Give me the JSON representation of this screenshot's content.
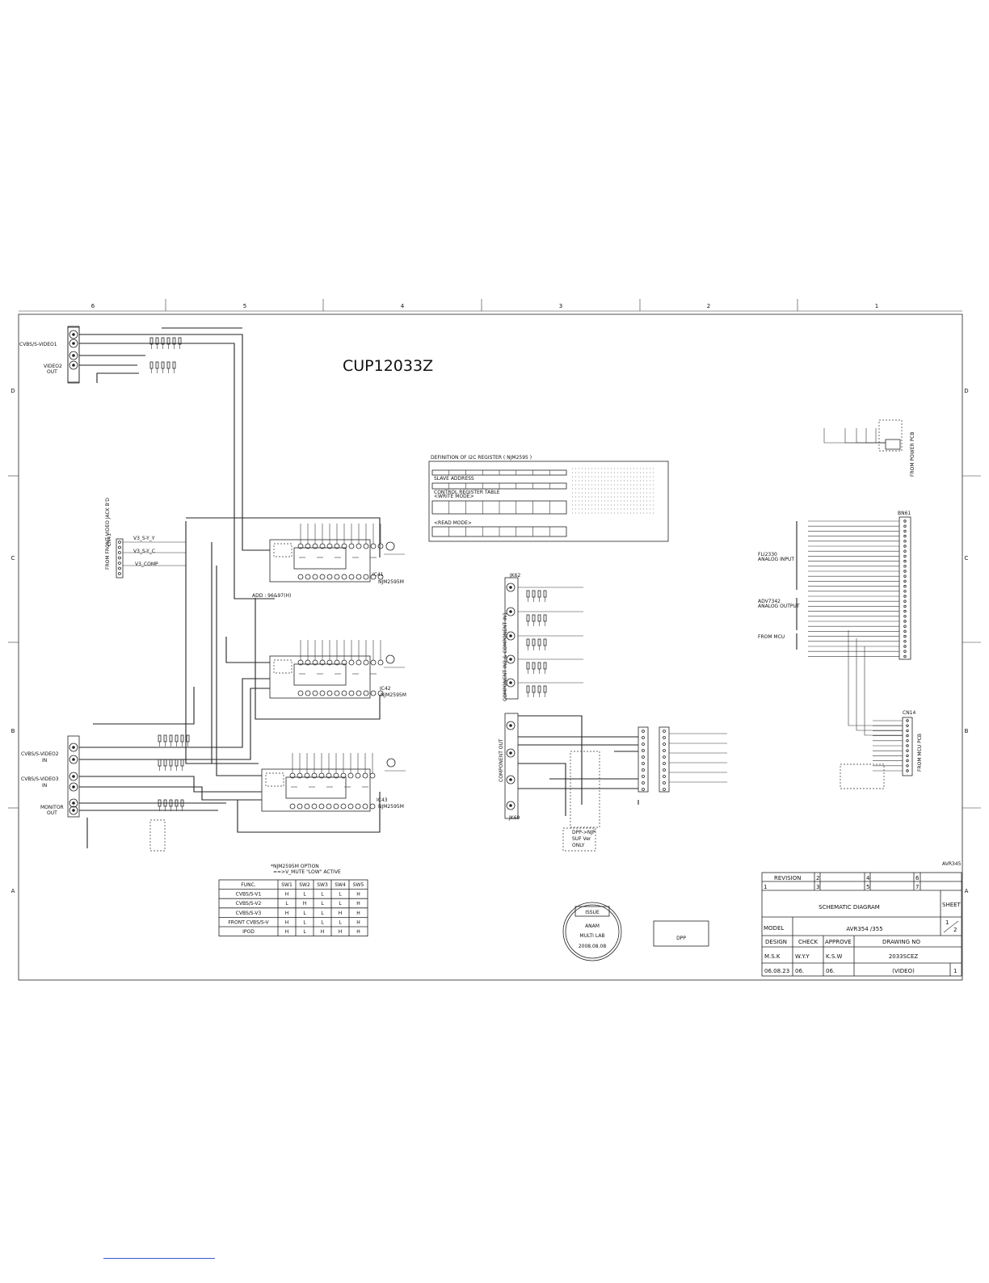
{
  "board_id": "CUP12033Z",
  "zone_columns": [
    "6",
    "5",
    "4",
    "3",
    "2",
    "1"
  ],
  "zone_rows": [
    "D",
    "C",
    "B",
    "A"
  ],
  "connectors": {
    "cn41": "CN41",
    "cn41_side": "FROM FRONT VIDEO JACK B'D",
    "cn41_pins": [
      "V3_S-Y_Y",
      "V3_S-Y_C",
      "V3_COMP"
    ],
    "power_pcb": "FROM POWER PCB",
    "bn61": "BN61",
    "cn14": "CN14",
    "mcu_pcb": "FROM MCU PCB"
  },
  "jacks": {
    "video1": "CVBS/S-VIDEO1",
    "video2_out_1": "VIDEO2",
    "video2_out_2": "OUT",
    "video2_in_1": "CVBS/S-VIDEO2",
    "video2_in_2": "IN",
    "video3_in_1": "CVBS/S-VIDEO3",
    "video3_in_2": "IN",
    "monitor_1": "MONITOR",
    "monitor_2": "OUT",
    "jk62": "JK62",
    "jk69": "JK69",
    "comp_in": "COMPONENT IN2 & COMPONENT IN1",
    "comp_out": "COMPONENT OUT"
  },
  "ics": {
    "ic41_ref": "IC41",
    "ic41_part": "NJM2595M",
    "ic42_ref": "IC42",
    "ic42_part": "NJM2595M",
    "ic43_ref": "IC43",
    "ic43_part": "NJM2595M",
    "ic41_addr": "ADD : 96&97(H)"
  },
  "side_labels": {
    "fli": "FLI2330",
    "fli_sub": "ANALOG INPUT",
    "adv": "ADV7342",
    "adv_sub": "ANALOG OUTPUT",
    "mcu": "FROM MCU"
  },
  "register_box": {
    "title": "DEFINITION OF I2C REGISTER ( NJM2595 )",
    "slave": "SLAVE ADDRESS",
    "control": "CONTROL REGISTER TABLE",
    "write": "<WRITE MODE>",
    "read": "<READ MODE>"
  },
  "dpp_note": {
    "l1": "DPP->NJP",
    "l2": "SUF Ver",
    "l3": "ONLY"
  },
  "option_table": {
    "title_1": "*NJM2595M OPTION",
    "title_2": "==>V_MUTE \"LOW\" ACTIVE",
    "headers": [
      "FUNC.",
      "SW1",
      "SW2",
      "SW3",
      "SW4",
      "SW5"
    ],
    "rows": [
      [
        "CVBS/S-V1",
        "H",
        "L",
        "L",
        "L",
        "H"
      ],
      [
        "CVBS/S-V2",
        "L",
        "H",
        "L",
        "L",
        "H"
      ],
      [
        "CVBS/S-V3",
        "H",
        "L",
        "L",
        "H",
        "H"
      ],
      [
        "FRONT CVBS/S-V",
        "H",
        "L",
        "L",
        "L",
        "H"
      ],
      [
        "IPOD",
        "H",
        "L",
        "H",
        "H",
        "H"
      ]
    ]
  },
  "stamp": {
    "issue": "ISSUE",
    "line1": "ANAM",
    "line2": "MULTI LAB",
    "date": "2008.08.08"
  },
  "dpp_mark": "DPP",
  "title_block": {
    "revision": "REVISION",
    "rev_numbers": [
      "1",
      "2",
      "3",
      "4",
      "5",
      "6",
      "7"
    ],
    "title": "SCHEMATIC DIAGRAM",
    "sheet_label": "SHEET",
    "model_label": "MODEL",
    "model": "AVR354 /355",
    "sheet_num": "1",
    "sheet_total": "2",
    "design_label": "DESIGN",
    "check_label": "CHECK",
    "approve_label": "APPROVE",
    "drawing_label": "DRAWING NO",
    "designer": "M.S.K",
    "checker": "W.Y.Y",
    "approver": "K.S.W",
    "drawing_no": "2033SCEZ",
    "design_date": "06.08.23",
    "check_date": "06.",
    "approve_date": "06.",
    "subtitle": "(VIDEO)",
    "page": "1"
  },
  "corner_note": "AVR345"
}
